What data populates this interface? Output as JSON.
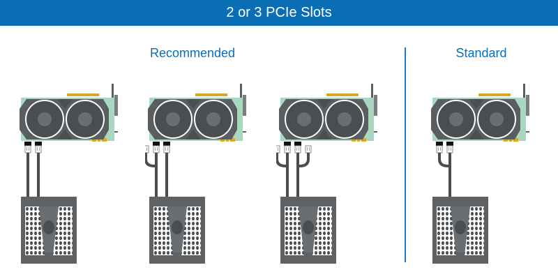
{
  "header": {
    "title": "2 or 3 PCIe Slots"
  },
  "sections": {
    "recommended": {
      "label": "Recommended"
    },
    "standard": {
      "label": "Standard"
    }
  },
  "configurations": [
    {
      "group": "recommended",
      "gpu_connectors": 2,
      "cable_plugs": 2,
      "cables_to_psu": 2,
      "description": "Two separate PCIe cables, one per GPU connector"
    },
    {
      "group": "recommended",
      "gpu_connectors": 2,
      "cable_plugs": 3,
      "cables_to_psu": 2,
      "description": "Two cables, one with daisy-chain pigtail"
    },
    {
      "group": "recommended",
      "gpu_connectors": 2,
      "cable_plugs": 4,
      "cables_to_psu": 2,
      "description": "Two cables, both with daisy-chain pigtails"
    },
    {
      "group": "standard",
      "gpu_connectors": 2,
      "cable_plugs": 2,
      "cables_to_psu": 1,
      "description": "Single daisy-chained cable feeding both connectors"
    }
  ],
  "colors": {
    "accent": "#0a6eb4",
    "gpu_pcb": "#a8d8c0",
    "gpu_shroud": "#5a5e60",
    "gold_contacts": "#d4a82a",
    "cable": "#4a4e50",
    "psu_body": "#5e6264"
  }
}
